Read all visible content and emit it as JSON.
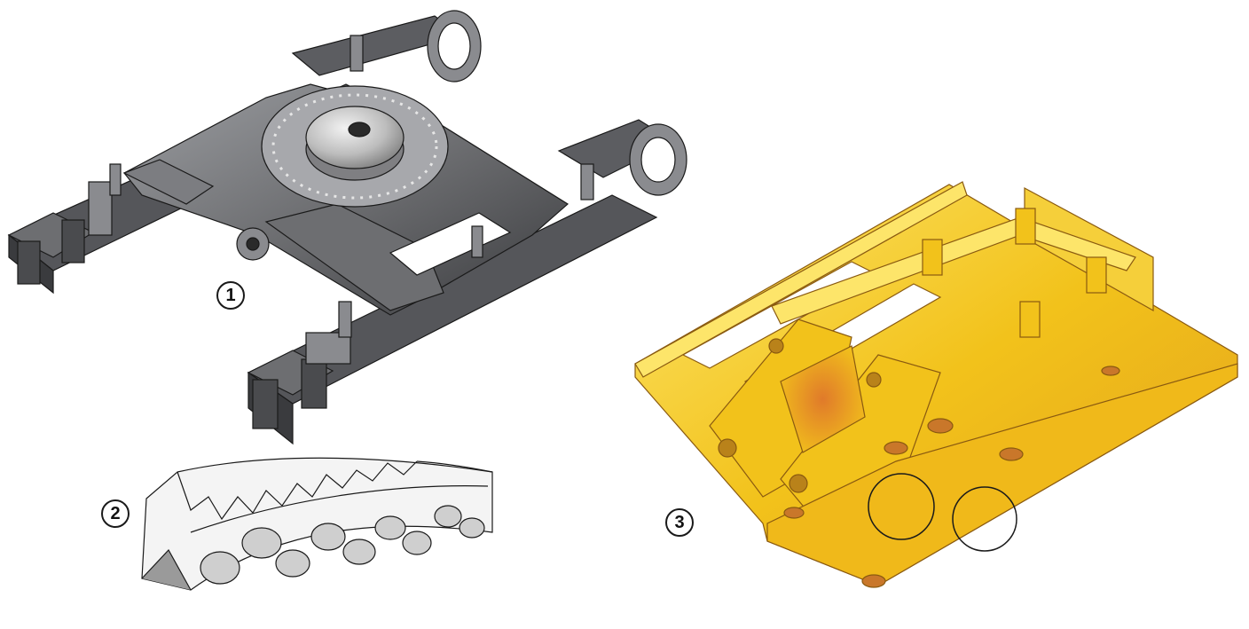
{
  "figure": {
    "callouts": [
      {
        "label": "1",
        "part": "undercarriage-frame"
      },
      {
        "label": "2",
        "part": "slewing-ring-bearing-section"
      },
      {
        "label": "3",
        "part": "upper-structure-frame"
      }
    ],
    "colors": {
      "undercarriage": "#6d6e71",
      "undercarriage_dark": "#3a3b3e",
      "undercarriage_light": "#b9bbbf",
      "upper_frame": "#f2c21b",
      "upper_frame_light": "#fde56a",
      "upper_frame_dark": "#c8891a",
      "bearing": "#d9d9d9",
      "outline": "#1a1a1a"
    }
  }
}
